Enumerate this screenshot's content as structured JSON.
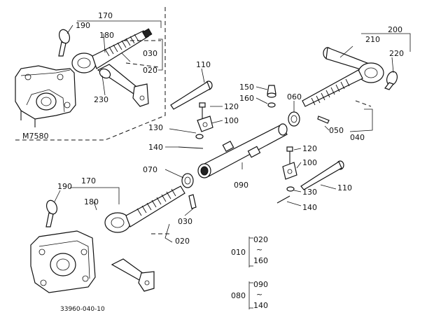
{
  "diagram": {
    "figure_code": "33960-040-10",
    "model_label": "M7580",
    "callouts": {
      "c010": "010",
      "c020a": "020",
      "c020b": "020",
      "c020c": "020",
      "c030a": "030",
      "c030b": "030",
      "c040": "040",
      "c050": "050",
      "c060": "060",
      "c070": "070",
      "c080": "080",
      "c090": "090",
      "c090b": "090",
      "c100a": "100",
      "c100b": "100",
      "c110a": "110",
      "c110b": "110",
      "c120a": "120",
      "c120b": "120",
      "c130a": "130",
      "c130b": "130",
      "c140a": "140",
      "c140b": "140",
      "c150": "150",
      "c160a": "160",
      "c160b": "160",
      "c170a": "170",
      "c170b": "170",
      "c180a": "180",
      "c180b": "180",
      "c190a": "190",
      "c190b": "190",
      "c200": "200",
      "c210": "210",
      "c220": "220",
      "c230": "230",
      "c140c": "140"
    },
    "range_symbol": "~"
  }
}
